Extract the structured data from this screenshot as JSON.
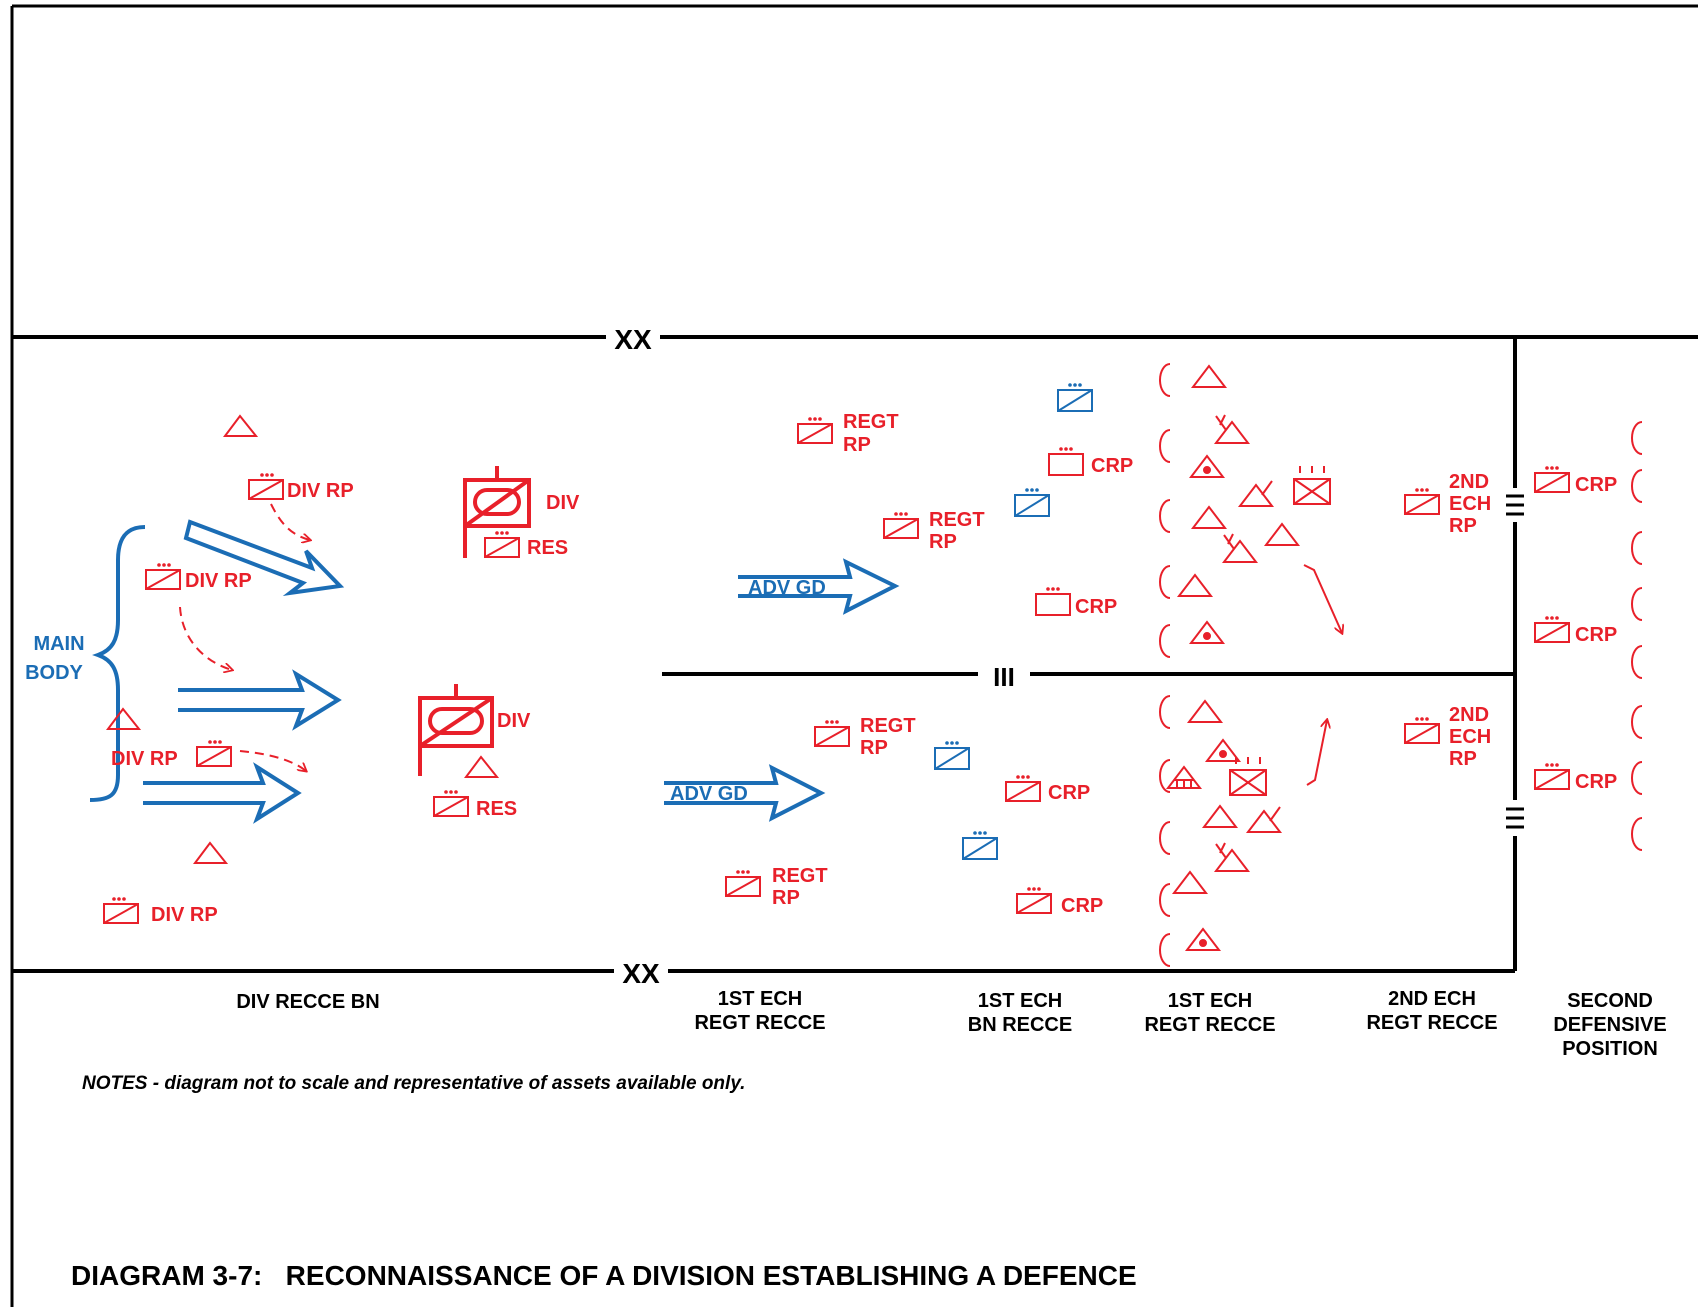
{
  "title": "DIAGRAM 3-7:   RECONNAISSANCE OF A DIVISION ESTABLISHING A DEFENCE",
  "notes": "NOTES - diagram not to scale and representative of assets available only.",
  "colors": {
    "friendly": "#1b6db5",
    "enemy": "#e8202a",
    "lines": "#000000"
  },
  "boundaries": {
    "division_marker": "XX",
    "regiment_marker": "III"
  },
  "force_labels": {
    "main_body_1": "MAIN",
    "main_body_2": "BODY",
    "adv_gd": "ADV GD"
  },
  "unit_labels": {
    "div_rp": "DIV RP",
    "div": "DIV",
    "res": "RES",
    "regt": "REGT",
    "rp": "RP",
    "crp": "CRP",
    "second": "2ND",
    "ech": "ECH"
  },
  "zones": [
    {
      "line1": "DIV RECCE BN",
      "line2": "",
      "line3": ""
    },
    {
      "line1": "1ST ECH",
      "line2": "REGT RECCE",
      "line3": ""
    },
    {
      "line1": "1ST ECH",
      "line2": "BN RECCE",
      "line3": ""
    },
    {
      "line1": "1ST ECH",
      "line2": "REGT RECCE",
      "line3": ""
    },
    {
      "line1": "2ND ECH",
      "line2": "REGT RECCE",
      "line3": ""
    },
    {
      "line1": "SECOND",
      "line2": "DEFENSIVE",
      "line3": "POSITION"
    }
  ]
}
